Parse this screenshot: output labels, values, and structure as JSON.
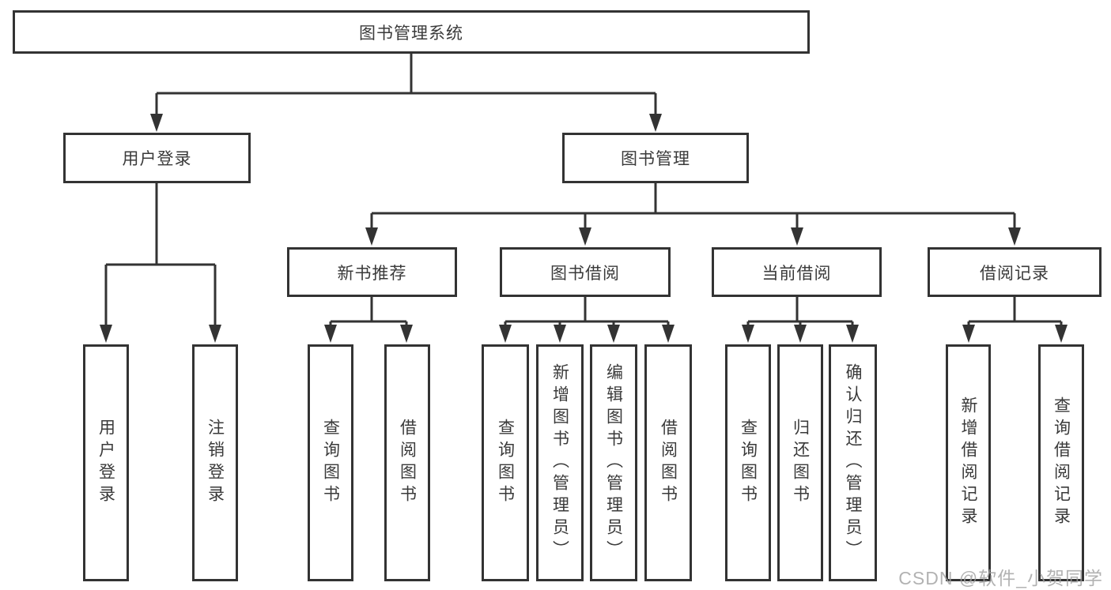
{
  "diagram": {
    "title": "图书管理系统",
    "nodes": {
      "root": "图书管理系统",
      "user_login": "用户登录",
      "book_management": "图书管理",
      "new_book_recommend": "新书推荐",
      "book_borrowing": "图书借阅",
      "current_borrowing": "当前借阅",
      "borrowing_records": "借阅记录",
      "leaf_login": "用户登录",
      "leaf_logout": "注销登录",
      "leaf_rec_query_books": "查询图书",
      "leaf_rec_borrow_books": "借阅图书",
      "leaf_bor_query_books": "查询图书",
      "leaf_bor_add_books": "新增图书（管理员）",
      "leaf_bor_edit_books": "编辑图书（管理员）",
      "leaf_bor_borrow_books": "借阅图书",
      "leaf_cur_query_books": "查询图书",
      "leaf_cur_return_books": "归还图书",
      "leaf_cur_confirm_return": "确认归还（管理员）",
      "leaf_log_add_record": "新增借阅记录",
      "leaf_log_query_record": "查询借阅记录"
    },
    "colors": {
      "line": "#333333",
      "text": "#3a3a3a",
      "background": "#ffffff",
      "watermark": "#a0a0a0"
    }
  },
  "watermark": "CSDN @软件_小贺同学"
}
